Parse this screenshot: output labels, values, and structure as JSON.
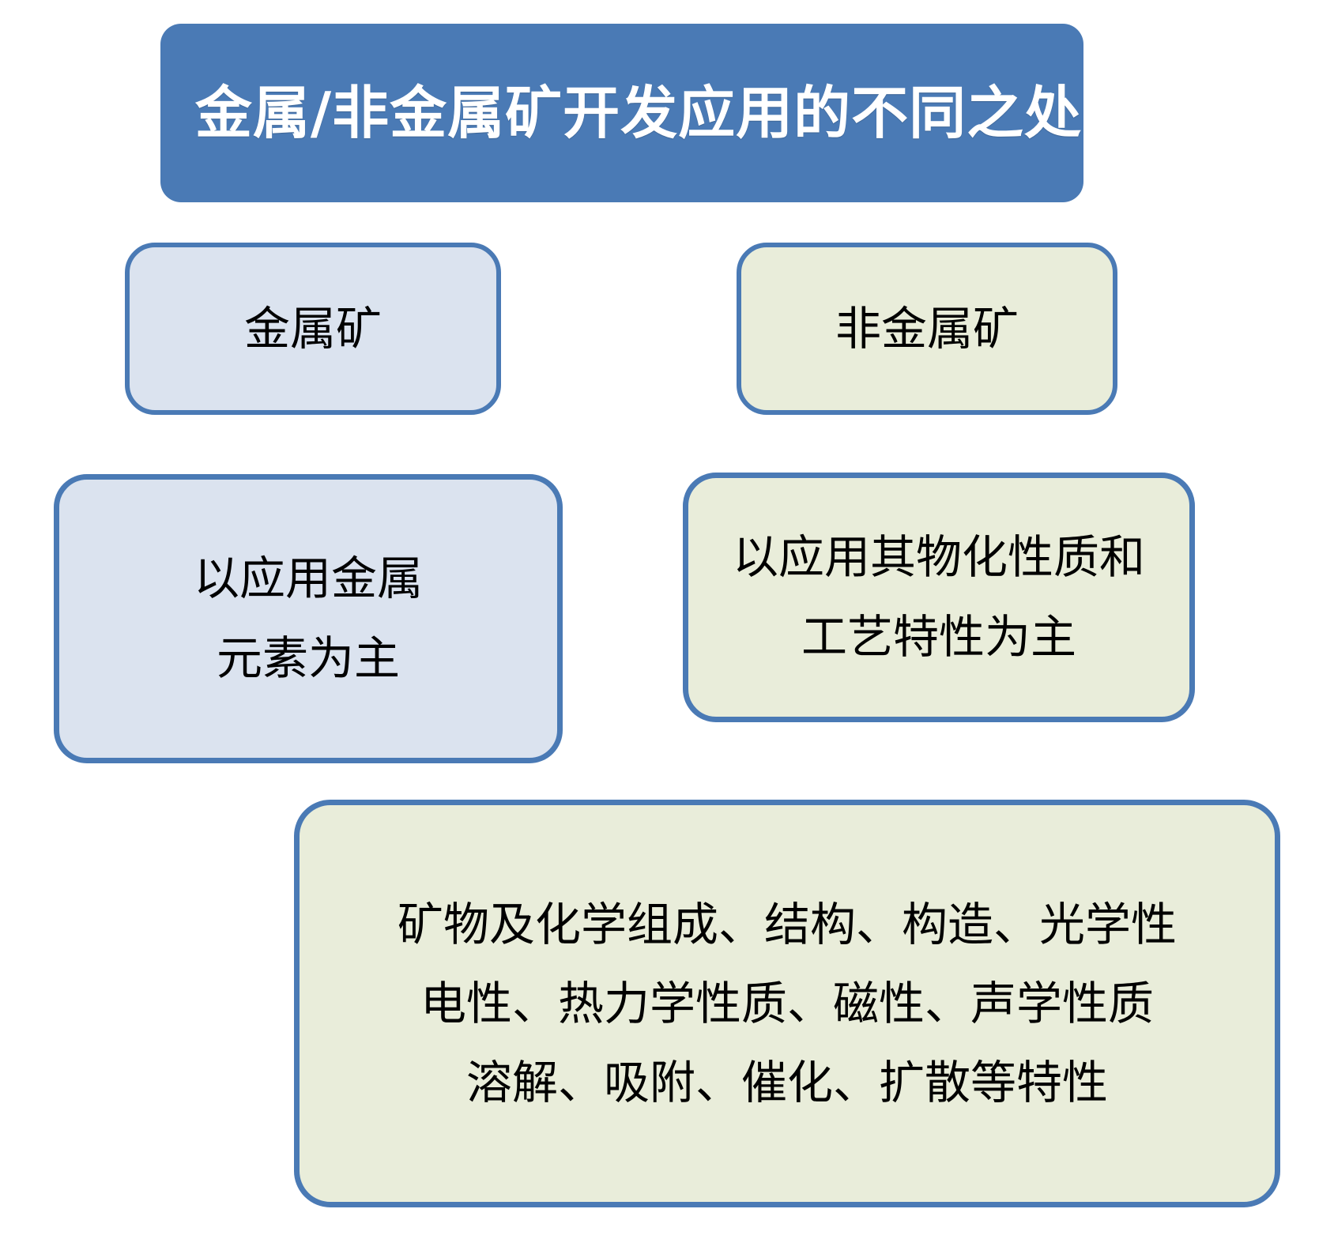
{
  "diagram": {
    "title": "金属/非金属矿开发应用的不同之处",
    "accent_color": "#4a7ab5",
    "metal_fill_color": "#dbe3ef",
    "nonmetal_fill_color": "#e9edda",
    "title_text_color": "#ffffff",
    "columns": [
      {
        "id": "metal",
        "header": "金属矿",
        "detail": "以应用金属\n元素为主"
      },
      {
        "id": "nonmetal",
        "header": "非金属矿",
        "detail": "以应用其物化性质和\n工艺特性为主"
      }
    ],
    "properties_box": {
      "lines": [
        "矿物及化学组成、结构、构造、光学性",
        "电性、热力学性质、磁性、声学性质",
        "溶解、吸附、催化、扩散等特性"
      ],
      "text": "矿物及化学组成、结构、构造、光学性\n电性、热力学性质、磁性、声学性质\n溶解、吸附、催化、扩散等特性"
    }
  }
}
